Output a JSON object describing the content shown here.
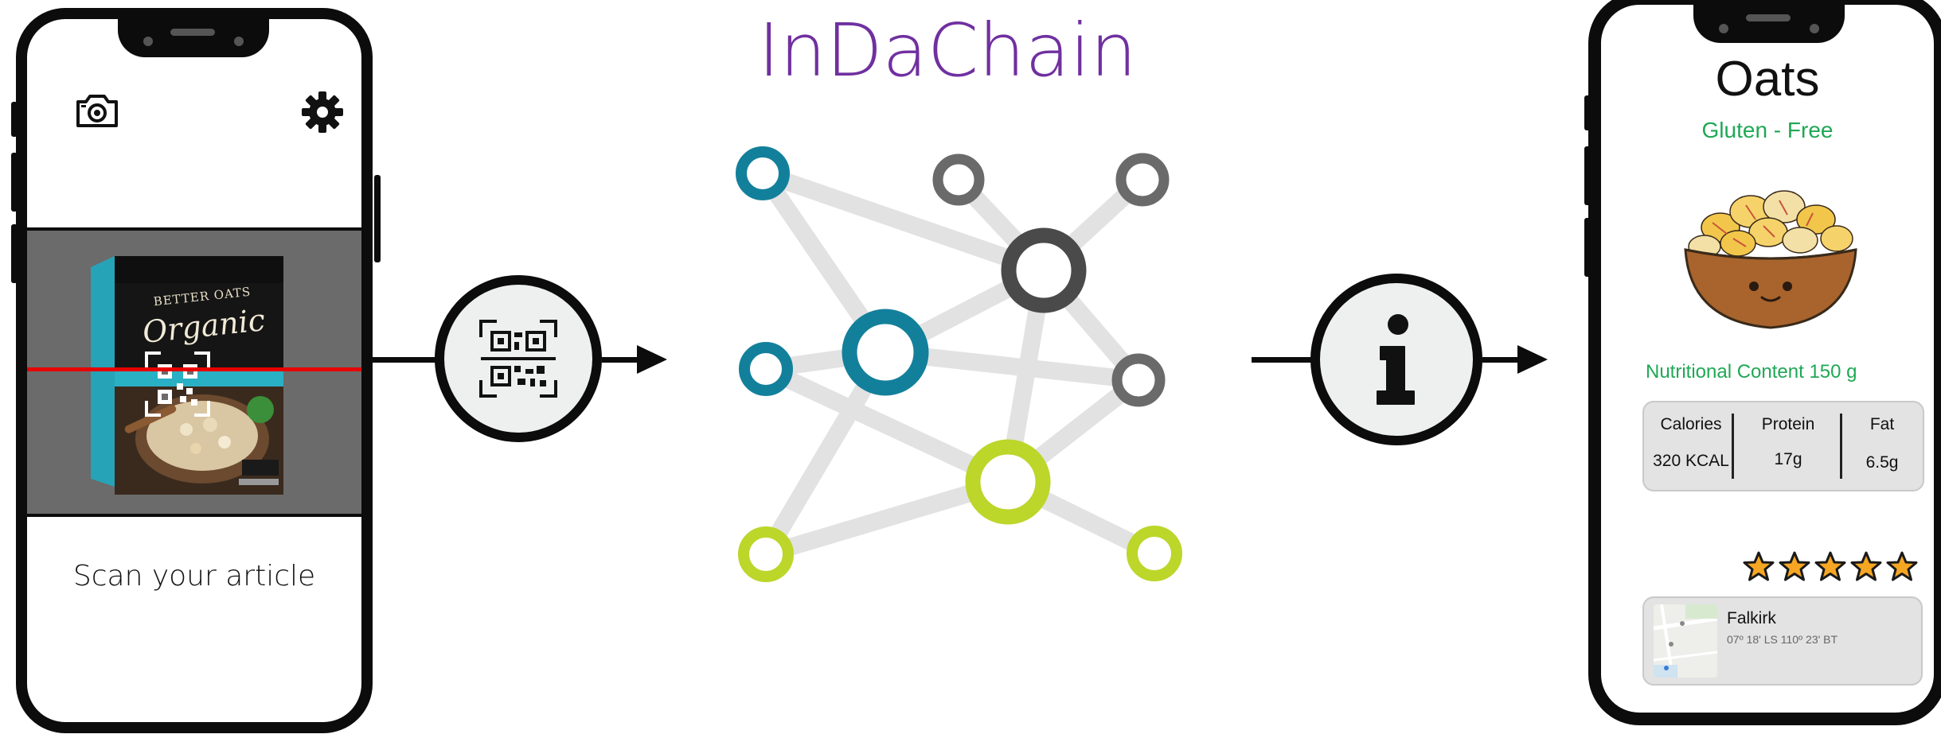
{
  "brand": {
    "title": "InDaChain"
  },
  "scanner_phone": {
    "camera_icon": "camera-icon",
    "settings_icon": "gear-icon",
    "scan_prompt": "Scan your article",
    "scan_line_color": "#e60000",
    "product_box": {
      "brand_text": "BETTER OATS",
      "name": "Organic",
      "qr_icon": "qr-code-icon"
    }
  },
  "flow": {
    "scan_step_icon": "qr-code-icon",
    "info_step_icon": "info-icon",
    "arrow_icon": "arrow-right-icon"
  },
  "network": {
    "colors": {
      "teal": "#13809b",
      "gray": "#6a6a6a",
      "darkgray": "#4a4a4a",
      "lime": "#bcd62a",
      "edge": "#e2e2e2"
    }
  },
  "info_phone": {
    "product_name": "Oats",
    "tag": "Gluten - Free",
    "nutrition_title": "Nutritional Content 150 g",
    "nutrition": [
      {
        "label": "Calories",
        "value": "320 KCAL"
      },
      {
        "label": "Protein",
        "value": "17g"
      },
      {
        "label": "Fat",
        "value": "6.5g"
      }
    ],
    "rating": 5,
    "rating_max": 5,
    "location": {
      "name": "Falkirk",
      "coords": "07º 18' LS 110º 23' BT"
    },
    "accent_color": "#1fa855"
  }
}
